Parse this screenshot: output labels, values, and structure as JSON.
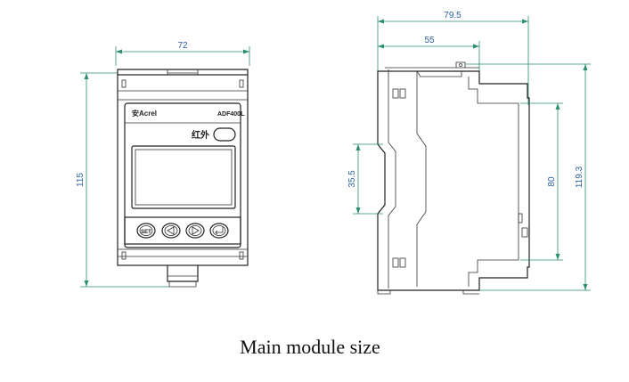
{
  "front_view": {
    "width_dim": "72",
    "height_dim": "115",
    "brand": "安Acrel",
    "model": "ADF400L",
    "ir_label": "红外",
    "set_button": "SET"
  },
  "side_view": {
    "overall_depth_dim": "79.5",
    "depth_dim": "55",
    "rail_dim": "35.5",
    "body_height_dim": "80",
    "overall_height_dim": "119.3"
  },
  "caption": "Main module size"
}
